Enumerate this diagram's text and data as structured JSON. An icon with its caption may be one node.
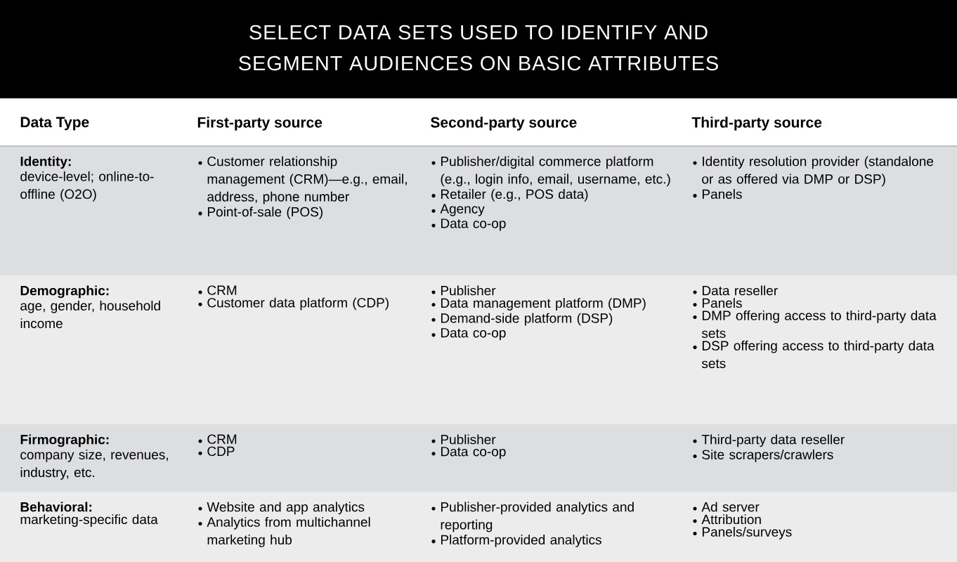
{
  "diagram": {
    "title": "SELECT DATA SETS USED TO IDENTIFY AND SEGMENT AUDIENCES ON BASIC ATTRIBUTES",
    "labels": [
      "Data Type",
      "First-party source",
      "Second-party source",
      "Third-party source",
      "Identity:",
      "device-level; online-to-offline (O2O)",
      "Customer relationship management (CRM)—e.g., email, address, phone number",
      "Point-of-sale (POS)",
      "Publisher/digital commerce platform (e.g., login info, email, username, etc.)",
      "Retailer (e.g., POS data)",
      "Agency",
      "Data co-op",
      "Identity resolution provider (standalone or as offered via DMP or DSP)",
      "Panels",
      "Demographic:",
      "age, gender, household income",
      "CRM",
      "Customer data platform (CDP)",
      "Publisher",
      "Data management platform (DMP)",
      "Demand-side platform (DSP)",
      "Data co-op",
      "Data reseller",
      "Panels",
      "DMP offering access to third-party data sets",
      "DSP offering access to third-party data sets",
      "Firmographic:",
      "company size, revenues, industry, etc.",
      "CRM",
      "CDP",
      "Publisher",
      "Data co-op",
      "Third-party data reseller",
      "Site scrapers/crawlers",
      "Behavioral:",
      "marketing-specific data",
      "Website and app analytics",
      "Analytics from multichannel marketing hub",
      "Publisher-provided analytics and reporting",
      "Platform-provided analytics",
      "Ad server",
      "Attribution",
      "Panels/surveys"
    ]
  }
}
